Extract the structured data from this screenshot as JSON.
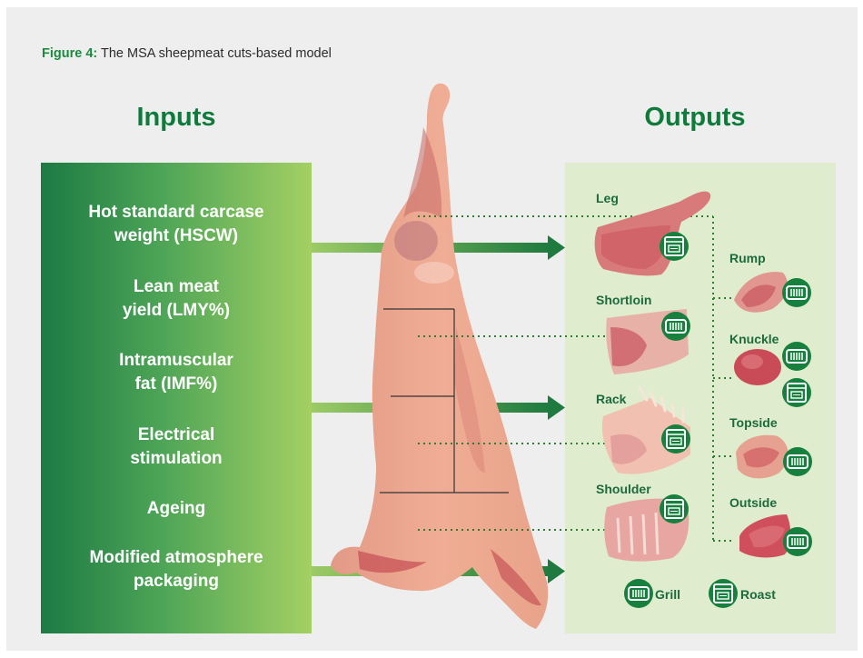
{
  "caption": {
    "prefix": "Figure 4:",
    "text": " The MSA sheepmeat cuts-based model"
  },
  "inputs": {
    "title": "Inputs",
    "items": [
      {
        "line1": "Hot standard carcase",
        "line2": "weight (HSCW)"
      },
      {
        "line1": "Lean meat",
        "line2": "yield (LMY%)"
      },
      {
        "line1": "Intramuscular",
        "line2": "fat (IMF%)"
      },
      {
        "line1": "Electrical",
        "line2": "stimulation"
      },
      {
        "line1": "Ageing",
        "line2": ""
      },
      {
        "line1": "Modified atmosphere",
        "line2": "packaging"
      }
    ]
  },
  "outputs": {
    "title": "Outputs",
    "cuts": [
      "Leg",
      "Shortloin",
      "Rack",
      "Shoulder",
      "Rump",
      "Knuckle",
      "Topside",
      "Outside"
    ],
    "legend": {
      "grill": "Grill",
      "roast": "Roast"
    }
  },
  "colors": {
    "brand_green": "#0e7a3b",
    "label_green": "#1c6b3c",
    "outputs_bg": "#dfeccd",
    "meat": "#e8a088",
    "dotted_line": "#2e7d32"
  },
  "icons": [
    "roast-icon",
    "grill-icon"
  ]
}
